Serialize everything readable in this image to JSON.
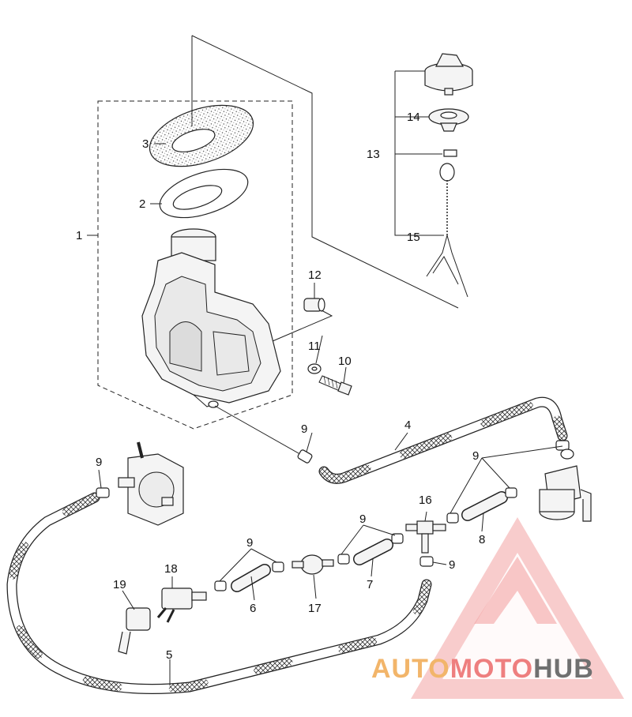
{
  "callouts": [
    {
      "id": "1",
      "text": "1"
    },
    {
      "id": "2",
      "text": "2"
    },
    {
      "id": "3",
      "text": "3"
    },
    {
      "id": "4",
      "text": "4"
    },
    {
      "id": "5",
      "text": "5"
    },
    {
      "id": "6",
      "text": "6"
    },
    {
      "id": "7",
      "text": "7"
    },
    {
      "id": "8",
      "text": "8"
    },
    {
      "id": "9a",
      "text": "9"
    },
    {
      "id": "9b",
      "text": "9"
    },
    {
      "id": "9c",
      "text": "9"
    },
    {
      "id": "9d",
      "text": "9"
    },
    {
      "id": "9e",
      "text": "9"
    },
    {
      "id": "9f",
      "text": "9"
    },
    {
      "id": "10",
      "text": "10"
    },
    {
      "id": "11",
      "text": "11"
    },
    {
      "id": "12",
      "text": "12"
    },
    {
      "id": "13",
      "text": "13"
    },
    {
      "id": "14",
      "text": "14"
    },
    {
      "id": "15",
      "text": "15"
    },
    {
      "id": "16",
      "text": "16"
    },
    {
      "id": "17",
      "text": "17"
    },
    {
      "id": "18",
      "text": "18"
    },
    {
      "id": "19",
      "text": "19"
    }
  ],
  "watermark": {
    "part1": "AUTO",
    "part2": "MOTO",
    "part3": "HUB",
    "color_auto": "#f2b56a",
    "color_moto": "#ee7f7f",
    "color_hub": "#707070"
  }
}
